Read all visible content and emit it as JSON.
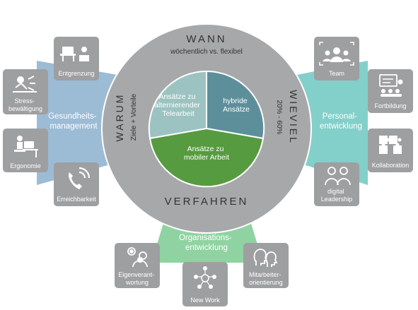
{
  "ring": {
    "top_title": "WANN",
    "top_subtitle": "wöchentlich vs. flexibel",
    "left_title": "WARUM",
    "left_subtitle": "Ziele + Vorteile",
    "right_title": "WIEVIEL",
    "right_subtitle": "20% - 60%",
    "bottom_title": "VERFAHREN"
  },
  "pie": {
    "slice_left": [
      "Ansätze zu",
      "alternierender",
      "Telearbeit"
    ],
    "slice_right": [
      "hybride",
      "Ansätze"
    ],
    "slice_bottom": [
      "Ansätze zu",
      "mobiler Arbeit"
    ]
  },
  "wings": {
    "left": [
      "Gesundheits-",
      "management"
    ],
    "right": [
      "Personal-",
      "entwicklung"
    ],
    "bottom": [
      "Organisations-",
      "entwicklung"
    ]
  },
  "tiles": {
    "entgrenzung": [
      "Entgrenzung"
    ],
    "stress": [
      "Stress-",
      "bewältigung"
    ],
    "ergonomie": [
      "Ergonomie"
    ],
    "erreichbarkeit": [
      "Erreichbarkeit"
    ],
    "team": [
      "Team"
    ],
    "fortbildung": [
      "Fortbildung"
    ],
    "kollaboration": [
      "Kollaboration"
    ],
    "digital_leadership": [
      "digital",
      "Leadership"
    ],
    "eigenverantwortung": [
      "Eigenverant-",
      "wortung"
    ],
    "new_work": [
      "New Work"
    ],
    "mitarbeiterorientierung": [
      "Mitarbeiter-",
      "orientierung"
    ]
  },
  "colors": {
    "ring": "#a7a8aa",
    "tile": "#9e9fa1",
    "slice_left": "#9cc3c1",
    "slice_right": "#5d8f9a",
    "slice_bottom": "#569b3f",
    "wing_left": "#9cbbd5",
    "wing_right": "#83cfc9",
    "wing_bottom": "#8fd3a2"
  }
}
